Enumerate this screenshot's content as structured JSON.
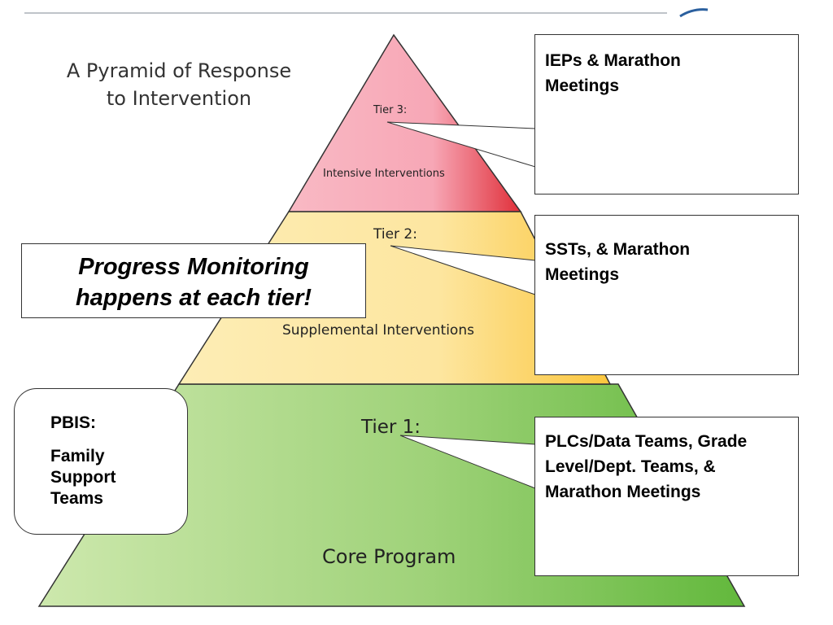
{
  "title": [
    "A Pyramid of Response",
    "to Intervention"
  ],
  "tiers": {
    "tier3": {
      "label": "Tier 3:",
      "name": "Intensive Interventions"
    },
    "tier2": {
      "label": "Tier 2:",
      "name": "Supplemental Interventions"
    },
    "tier1": {
      "label": "Tier 1:",
      "name": "Core Program"
    }
  },
  "callouts": {
    "tier3": [
      "IEPs & Marathon",
      "Meetings"
    ],
    "tier2": [
      "SSTs, & Marathon",
      "Meetings"
    ],
    "tier1": [
      "PLCs/Data Teams, Grade",
      "Level/Dept. Teams, &",
      "Marathon Meetings"
    ]
  },
  "progress_monitoring": [
    "Progress Monitoring",
    "happens at each tier!"
  ],
  "pbis": {
    "heading": "PBIS:",
    "body": [
      "Family",
      "Support",
      "Teams"
    ]
  },
  "colors": {
    "tier3_light": "#f9b9c4",
    "tier3_dark": "#e0303a",
    "tier2_light": "#fde9a5",
    "tier2_dark": "#fbc63d",
    "tier1_light": "#c8e6a4",
    "tier1_dark": "#6cbd45",
    "outline": "#333333"
  }
}
